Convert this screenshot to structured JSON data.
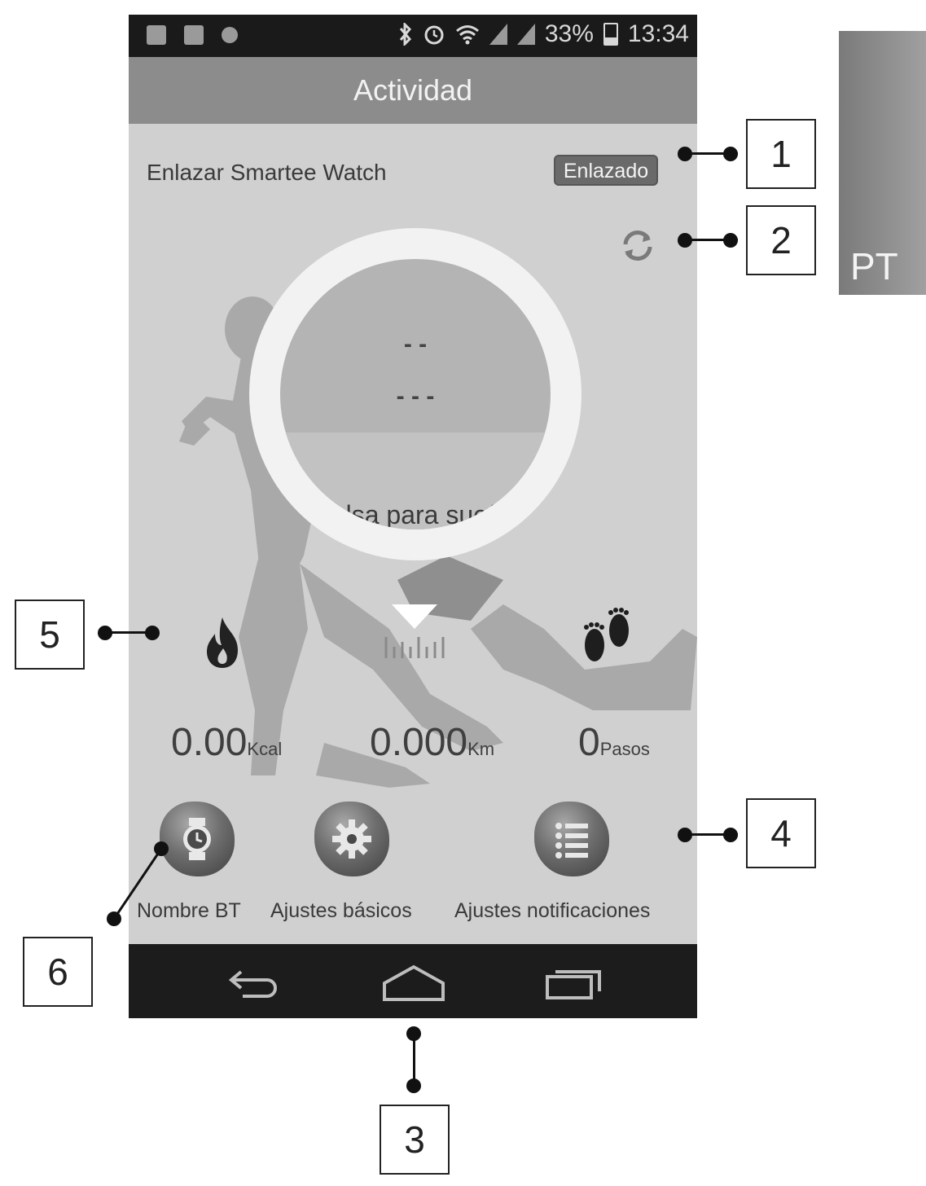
{
  "status_bar": {
    "battery": "33%",
    "time": "13:34"
  },
  "app_bar": {
    "title": "Actividad"
  },
  "pairing": {
    "label": "Enlazar Smartee Watch",
    "button": "Enlazado"
  },
  "sleep_ring": {
    "value_hours": "- -",
    "value_minutes": "- - -",
    "label": "Pulsa para sueño"
  },
  "stats": {
    "kcal": {
      "value": "0.00",
      "unit": "Kcal"
    },
    "distance": {
      "value": "0.000",
      "unit": "Km"
    },
    "steps": {
      "value": "0",
      "unit": "Pasos"
    }
  },
  "menu": [
    {
      "label": "Nombre BT",
      "icon": "watch-icon"
    },
    {
      "label": "Ajustes básicos",
      "icon": "gear-icon"
    },
    {
      "label": "Ajustes notificaciones",
      "icon": "list-icon"
    }
  ],
  "nav_bar": {
    "icons": [
      "back-icon",
      "home-icon",
      "recent-apps-icon"
    ]
  },
  "callouts": [
    "1",
    "2",
    "3",
    "4",
    "5",
    "6"
  ],
  "side_tab": {
    "label": "PT"
  },
  "colors": {
    "status_bar": "#1a1a1a",
    "app_bar": "#8c8c8c",
    "content_bg": "#d0d0d0",
    "ring": "#f2f2f2",
    "button": "#6a6a6a"
  }
}
